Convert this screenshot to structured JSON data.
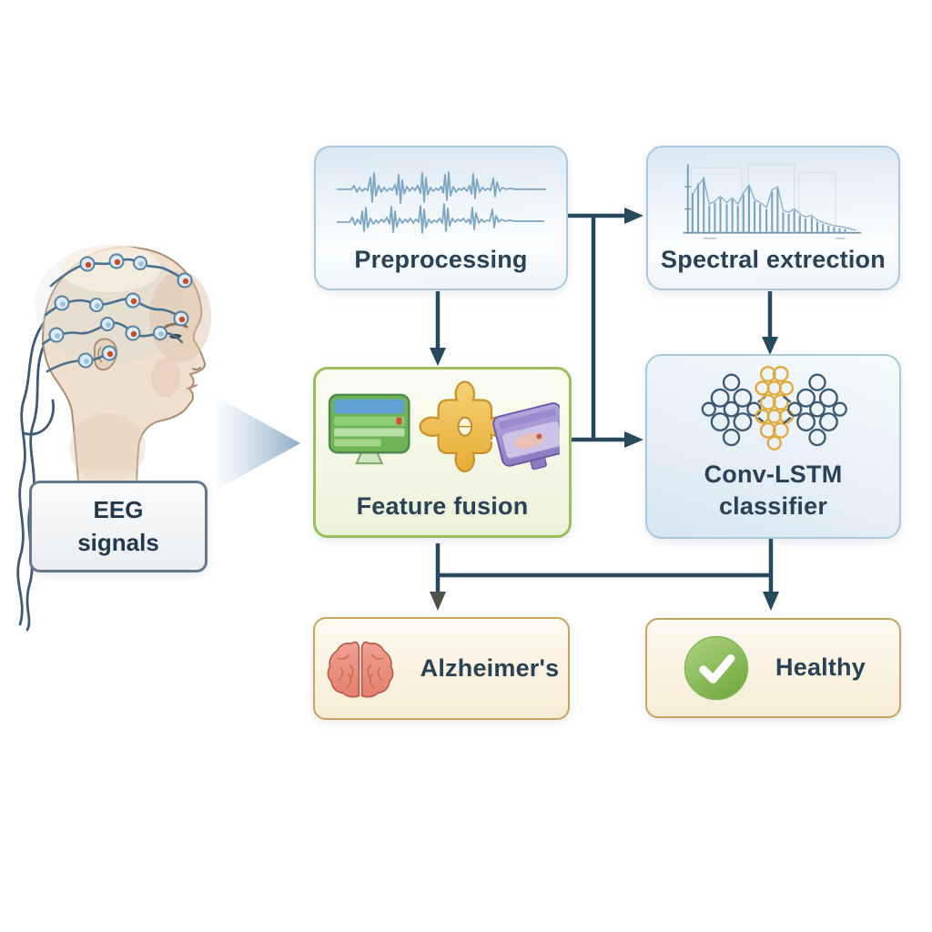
{
  "input": {
    "label_line1": "EEG",
    "label_line2": "signals"
  },
  "nodes": {
    "preprocessing": {
      "label": "Preprocessing",
      "icon": "eeg-waveform-icon"
    },
    "spectral": {
      "label": "Spectral extrection",
      "icon": "spectrum-chart-icon"
    },
    "fusion": {
      "label": "Feature fusion",
      "icons": [
        "photo-monitor-icon",
        "puzzle-piece-icon",
        "purple-card-icon"
      ]
    },
    "classifier": {
      "label_line1": "Conv-LSTM",
      "label_line2": "classifier",
      "icon": "neural-network-icon"
    },
    "alzheimers": {
      "label": "Alzheimer's",
      "icon": "brain-icon"
    },
    "healthy": {
      "label": "Healthy",
      "icon": "check-circle-icon"
    }
  },
  "colors": {
    "connector": "#27495d",
    "text": "#2a4156",
    "blue_box_border": "#abc8dd",
    "green_box_border": "#9cbf5c",
    "tan_box_border": "#c7a55e",
    "gray_box_border": "#66798c",
    "waveform": "#7da6c2",
    "spectrum": "#6f9cb8",
    "puzzle_gold": "#e9b649",
    "monitor_green": "#6fb457",
    "card_purple": "#9181c6",
    "network_dark": "#3d5870",
    "network_gold": "#e0a93c",
    "brain_red": "#e8897b",
    "check_green": "#7fb94e",
    "flow_arrow": "#84a8c2",
    "wire_blue": "#49708f",
    "electrode_red": "#c94e20"
  }
}
